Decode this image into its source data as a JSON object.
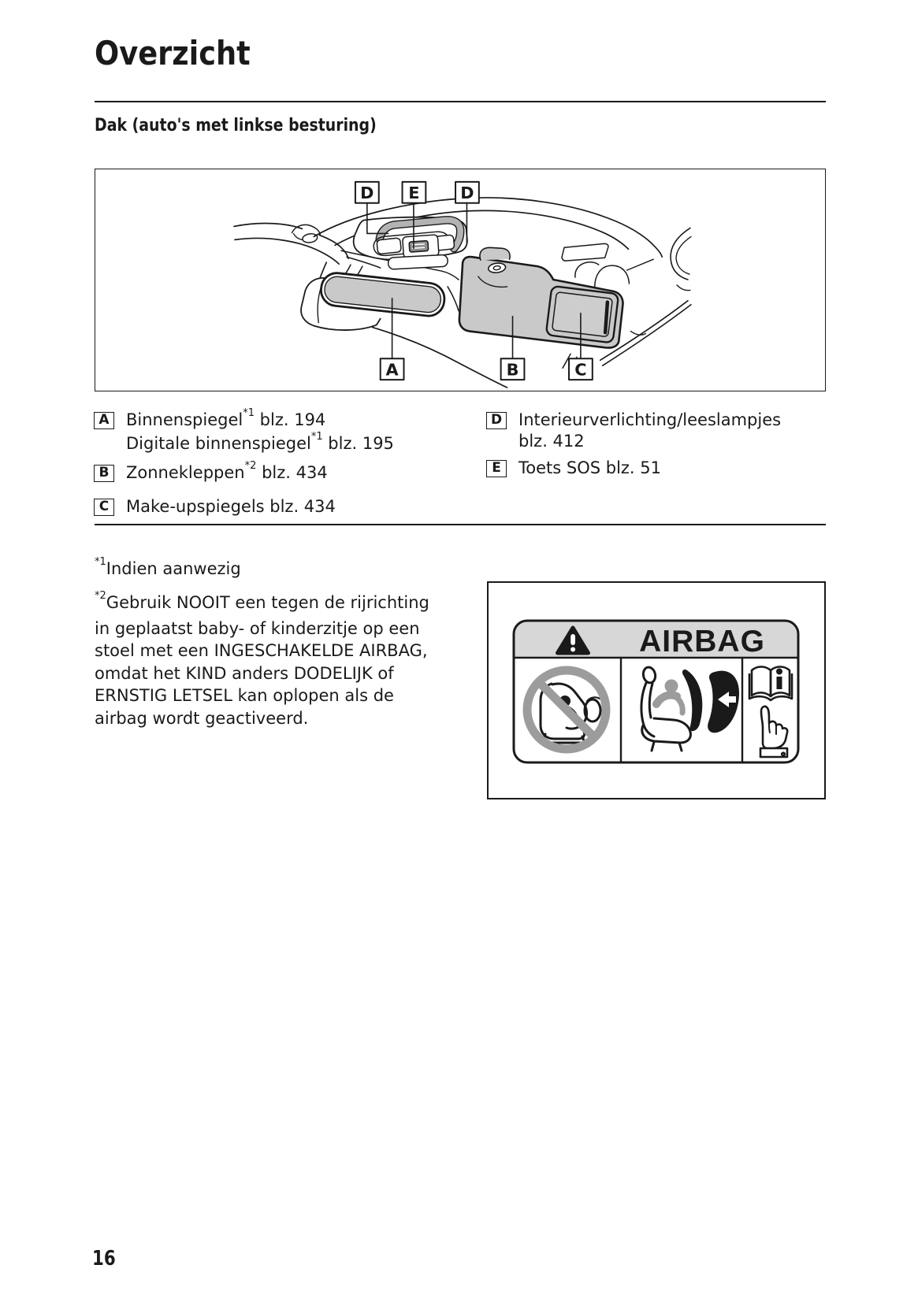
{
  "page": {
    "title": "Overzicht",
    "section_heading": "Dak (auto's met linkse besturing)",
    "page_number": "16"
  },
  "figure": {
    "description": "roof interior line drawing with callouts",
    "callouts_top": [
      "D",
      "E",
      "D"
    ],
    "callouts_bottom": [
      "A",
      "B",
      "C"
    ]
  },
  "legend": {
    "left": [
      {
        "letter": "A",
        "line1": {
          "pre": "Binnenspiegel",
          "sup": "*1",
          "post": " blz. 194"
        },
        "line2": {
          "pre": "Digitale binnenspiegel",
          "sup": "*1",
          "post": " blz. 195"
        }
      },
      {
        "letter": "B",
        "line1": {
          "pre": "Zonnekleppen",
          "sup": "*2",
          "post": " blz. 434"
        }
      },
      {
        "letter": "C",
        "line1": {
          "pre": "Make-upspiegels blz. 434",
          "sup": "",
          "post": ""
        }
      }
    ],
    "right": [
      {
        "letter": "D",
        "line1": {
          "pre": "Interieurverlichting/leeslampjes",
          "sup": "",
          "post": ""
        },
        "line2": {
          "pre": "blz. 412",
          "sup": "",
          "post": ""
        }
      },
      {
        "letter": "E",
        "line1": {
          "pre": "Toets SOS blz. 51",
          "sup": "",
          "post": ""
        }
      }
    ]
  },
  "footnotes": {
    "f1": {
      "sup": "*1",
      "line1": "Indien aanwezig"
    },
    "f2": {
      "sup": "*2",
      "line1": "Gebruik NOOIT een tegen de rijrichting",
      "line2": "in geplaatst baby- of kinderzitje op een",
      "line3": "stoel met een INGESCHAKELDE AIRBAG,",
      "line4": "omdat het KIND anders DODELIJK of",
      "line5": "ERNSTIG LETSEL kan oplopen als de",
      "line6": "airbag wordt geactiveerd."
    }
  },
  "airbag_label": {
    "title": "AIRBAG",
    "header_fill": "#d7d7d7",
    "pictograms": [
      "no-rear-facing-child-seat",
      "airbag-deployment-hits-child-seat",
      "read-owners-manual"
    ]
  },
  "colors": {
    "text": "#1a1a1a",
    "line": "#1a1a1a",
    "shade_gray": "#c9c9c9",
    "band_gray": "#b0b0b0",
    "prohibition_gray": "#9c9c9c"
  }
}
